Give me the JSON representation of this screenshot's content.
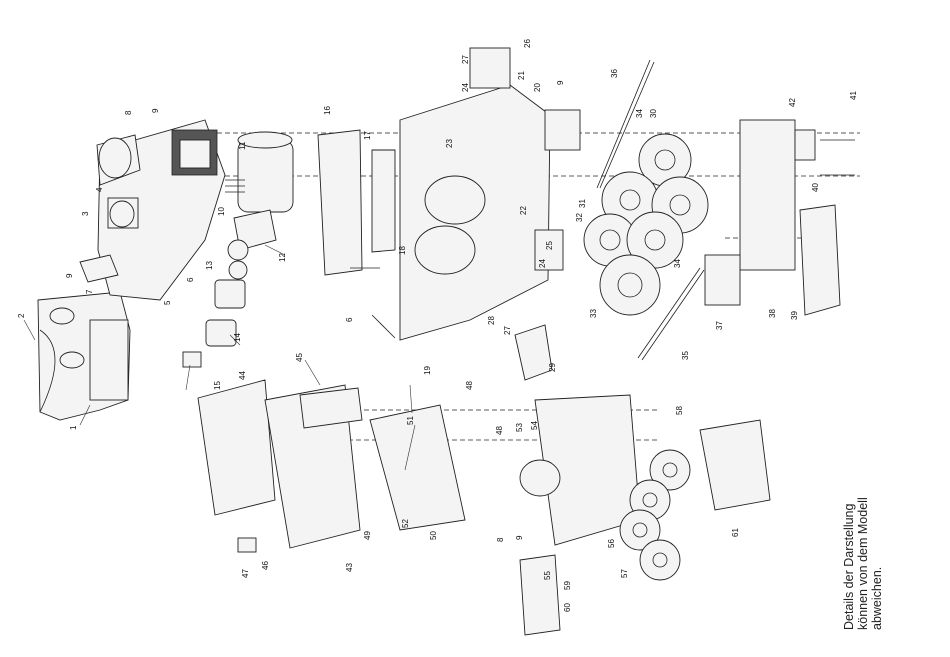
{
  "note": {
    "line1": "Details der Darstellung",
    "line2": "können von dem Modell",
    "line3": "abweichen."
  },
  "callouts": [
    "1",
    "2",
    "3",
    "4",
    "5",
    "6",
    "7",
    "8",
    "9",
    "10",
    "11",
    "12",
    "13",
    "14",
    "15",
    "16",
    "17",
    "18",
    "19",
    "20",
    "21",
    "22",
    "23",
    "24",
    "25",
    "26",
    "27",
    "28",
    "29",
    "30",
    "31",
    "32",
    "33",
    "34",
    "35",
    "36",
    "37",
    "38",
    "39",
    "40",
    "41",
    "42",
    "43",
    "44",
    "45",
    "46",
    "47",
    "48",
    "49",
    "50",
    "51",
    "52",
    "53",
    "54",
    "55",
    "56",
    "57",
    "58",
    "59",
    "60",
    "61"
  ]
}
